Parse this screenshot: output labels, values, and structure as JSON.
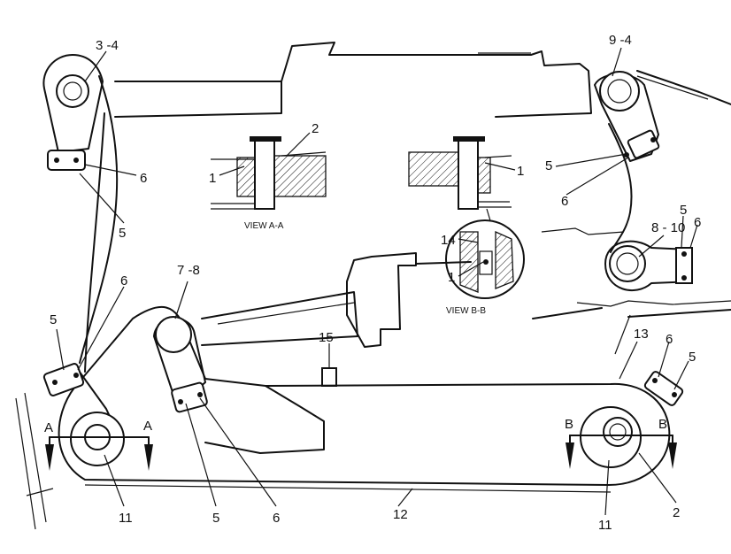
{
  "callouts": {
    "c3_4": "3 -4",
    "c9_4": "9 -4",
    "c7_8": "7 -8",
    "c8_10": "8 - 10",
    "c1_left": "1",
    "c2_top": "2",
    "c1_right": "1",
    "c14": "14",
    "c1_bb": "1",
    "c6_a": "6",
    "c5_a": "5",
    "c5_b": "5",
    "c6_b": "6",
    "c5_c": "5",
    "c6_c": "6",
    "c6_d": "6",
    "c5_d": "5",
    "c15": "15",
    "c13": "13",
    "c6_e": "6",
    "c5_e": "5",
    "c11_left": "11",
    "c5_f": "5",
    "c6_f": "6",
    "c12": "12",
    "c11_right": "11",
    "c2_bottom": "2"
  },
  "views": {
    "view_aa": "VIEW  A-A",
    "view_bb": "VIEW  B-B"
  },
  "section_marks": {
    "a_left": "A",
    "a_right": "A",
    "b_left": "B",
    "b_right": "B"
  }
}
